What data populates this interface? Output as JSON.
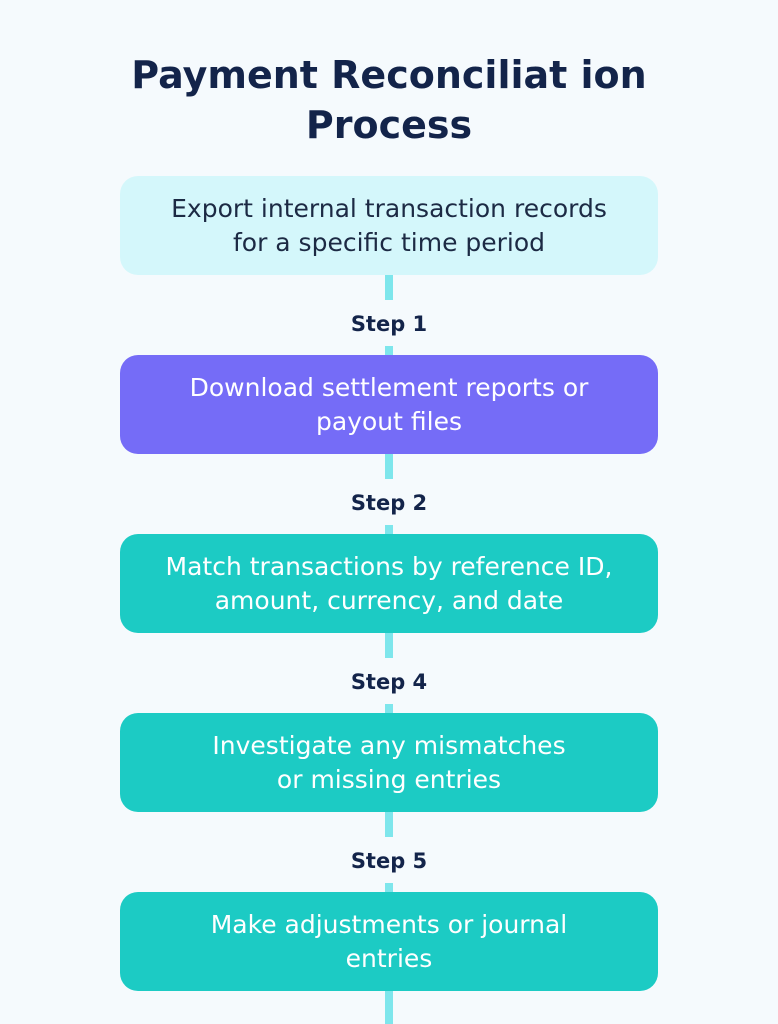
{
  "title": {
    "line1": "Payment Reconciliat ion",
    "line2": "Process"
  },
  "steps": [
    {
      "lines": [
        "Export internal transaction records",
        "for a specific time period"
      ],
      "label": "Step 1"
    },
    {
      "lines": [
        "Download settlement reports or",
        "payout files"
      ],
      "label": "Step 2"
    },
    {
      "lines": [
        "Match transactions by reference ID,",
        "amount, currency, and date"
      ],
      "label": "Step 4"
    },
    {
      "lines": [
        "Investigate any mismatches",
        "or missing entries"
      ],
      "label": "Step 5"
    },
    {
      "lines": [
        "Make adjustments or journal",
        "entries"
      ]
    }
  ],
  "colors": {
    "title": "#13244a",
    "box_light": "#d4f7fb",
    "box_violet": "#756cf7",
    "box_teal": "#1ccbc4",
    "connector": "#7ee6ec",
    "background": "#f5fafd"
  }
}
